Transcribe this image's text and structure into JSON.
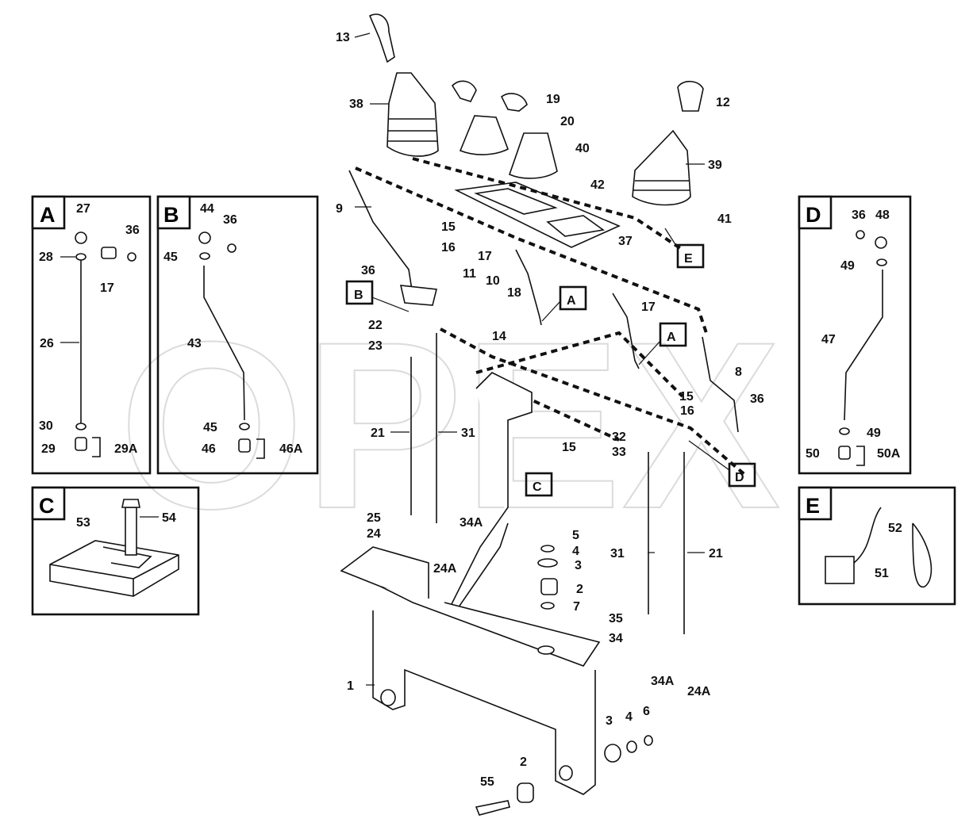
{
  "watermark": "OPEX",
  "panels": {
    "A": {
      "title": "A",
      "labels": [
        "27",
        "36",
        "28",
        "17",
        "26",
        "30",
        "29",
        "29A"
      ]
    },
    "B": {
      "title": "B",
      "labels": [
        "44",
        "36",
        "45",
        "43",
        "45",
        "46",
        "46A"
      ]
    },
    "C": {
      "title": "C",
      "labels": [
        "53",
        "54"
      ]
    },
    "D": {
      "title": "D",
      "labels": [
        "36",
        "48",
        "49",
        "47",
        "49",
        "50",
        "50A"
      ]
    },
    "E": {
      "title": "E",
      "labels": [
        "52",
        "51"
      ]
    }
  },
  "callouts": [
    "A",
    "B",
    "C",
    "D",
    "E",
    "A"
  ],
  "main_labels": [
    "13",
    "38",
    "19",
    "20",
    "40",
    "12",
    "39",
    "42",
    "41",
    "9",
    "15",
    "16",
    "37",
    "36",
    "17",
    "11",
    "10",
    "18",
    "22",
    "14",
    "23",
    "17",
    "8",
    "15",
    "16",
    "36",
    "21",
    "31",
    "32",
    "33",
    "15",
    "25",
    "24",
    "34A",
    "24A",
    "5",
    "4",
    "3",
    "2",
    "7",
    "31",
    "21",
    "35",
    "34",
    "34A",
    "24A",
    "1",
    "3",
    "4",
    "6",
    "2",
    "55"
  ],
  "colors": {
    "line": "#111111",
    "watermark": "#9a9a9a",
    "background": "#ffffff"
  }
}
